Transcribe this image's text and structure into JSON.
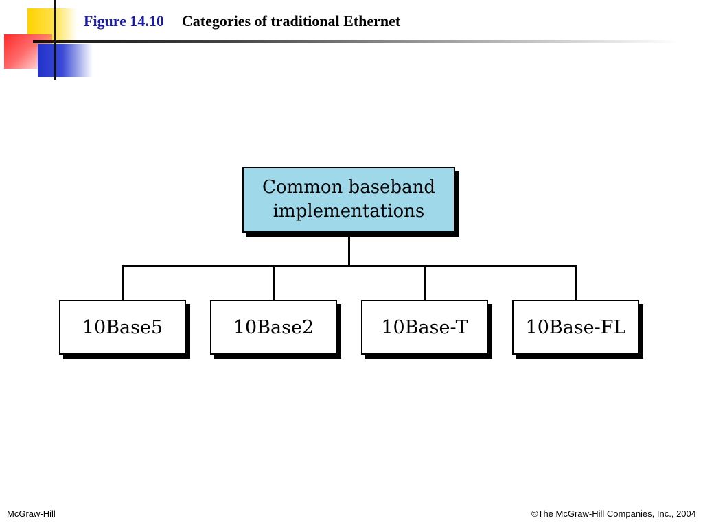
{
  "title": {
    "figure_number": "Figure 14.10",
    "caption": "Categories of traditional Ethernet"
  },
  "diagram": {
    "root": {
      "line1": "Common baseband",
      "line2": "implementations",
      "fill_color": "#9fd8e8"
    },
    "children": [
      {
        "label": "10Base5"
      },
      {
        "label": "10Base2"
      },
      {
        "label": "10Base-T"
      },
      {
        "label": "10Base-FL"
      }
    ]
  },
  "footer": {
    "left": "McGraw-Hill",
    "right": "©The McGraw-Hill Companies, Inc., 2004"
  },
  "colors": {
    "title_blue": "#1a1aa6",
    "accent_yellow": "#ffd200",
    "accent_red": "#ff2a2a",
    "accent_blue": "#2233cc"
  }
}
